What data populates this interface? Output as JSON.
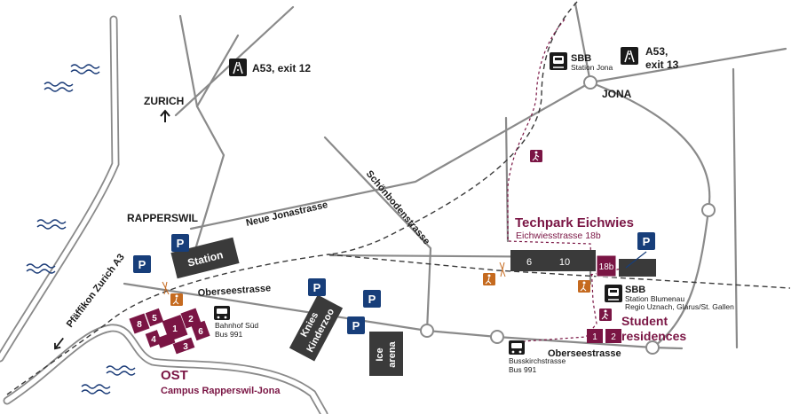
{
  "colors": {
    "maroon": "#7a1544",
    "parking_blue": "#173e7a",
    "building_gray": "#3a3a3a",
    "road_gray": "#8a8a8a",
    "water_blue": "#1b3c78",
    "walk_orange": "#c56a1f"
  },
  "labels": {
    "zurich": "ZURICH",
    "rapperswil": "RAPPERSWIL",
    "jona": "JONA",
    "a53_exit12": "A53, exit 12",
    "a53_exit13_l1": "A53,",
    "a53_exit13_l2": "exit 13",
    "neue_jonastrasse": "Neue Jonastrasse",
    "schoenbodenstrasse": "Schönbodenstrasse",
    "oberseestrasse_west": "Oberseestrasse",
    "oberseestrasse_east": "Oberseestrasse",
    "pfaeffikon": "Pfäffikon Zurich A3",
    "station": "Station",
    "kniesKinderzoo_l1": "Knies",
    "kniesKinderzoo_l2": "Kinderzoo",
    "ice_arena_l1": "Ice",
    "ice_arena_l2": "arena",
    "techpark_title": "Techpark Eichwies",
    "techpark_sub": "Eichwiesstrasse 18b",
    "student_l1": "Student",
    "student_l2": "residences",
    "ost_title": "OST",
    "ost_sub": "Campus Rapperswil-Jona",
    "sbb_jona": "SBB",
    "sbb_jona_sub": "Station Jona",
    "sbb_blumenau": "SBB",
    "sbb_blumenau_sub1": "Station Blumenau",
    "sbb_blumenau_sub2": "Regio Uznach, Glarus/St. Gallen",
    "bus_south_l1": "Bahnhof Süd",
    "bus_south_l2": "Bus 991",
    "bus_kirch_l1": "Busskirchstrasse",
    "bus_kirch_l2": "Bus 991",
    "parking": "P",
    "tech_b6": "6",
    "tech_b10": "10",
    "tech_b18b": "18b",
    "res_1": "1",
    "res_2": "2",
    "campus_buildings": [
      "1",
      "2",
      "3",
      "4",
      "5",
      "6",
      "8"
    ]
  },
  "icons": [
    "motorway-icon",
    "train-icon",
    "bus-icon",
    "parking-icon",
    "walking-icon",
    "pedestrian-crossing-icon",
    "north-arrow-icon",
    "west-arrow-icon",
    "water-wave-icon"
  ]
}
